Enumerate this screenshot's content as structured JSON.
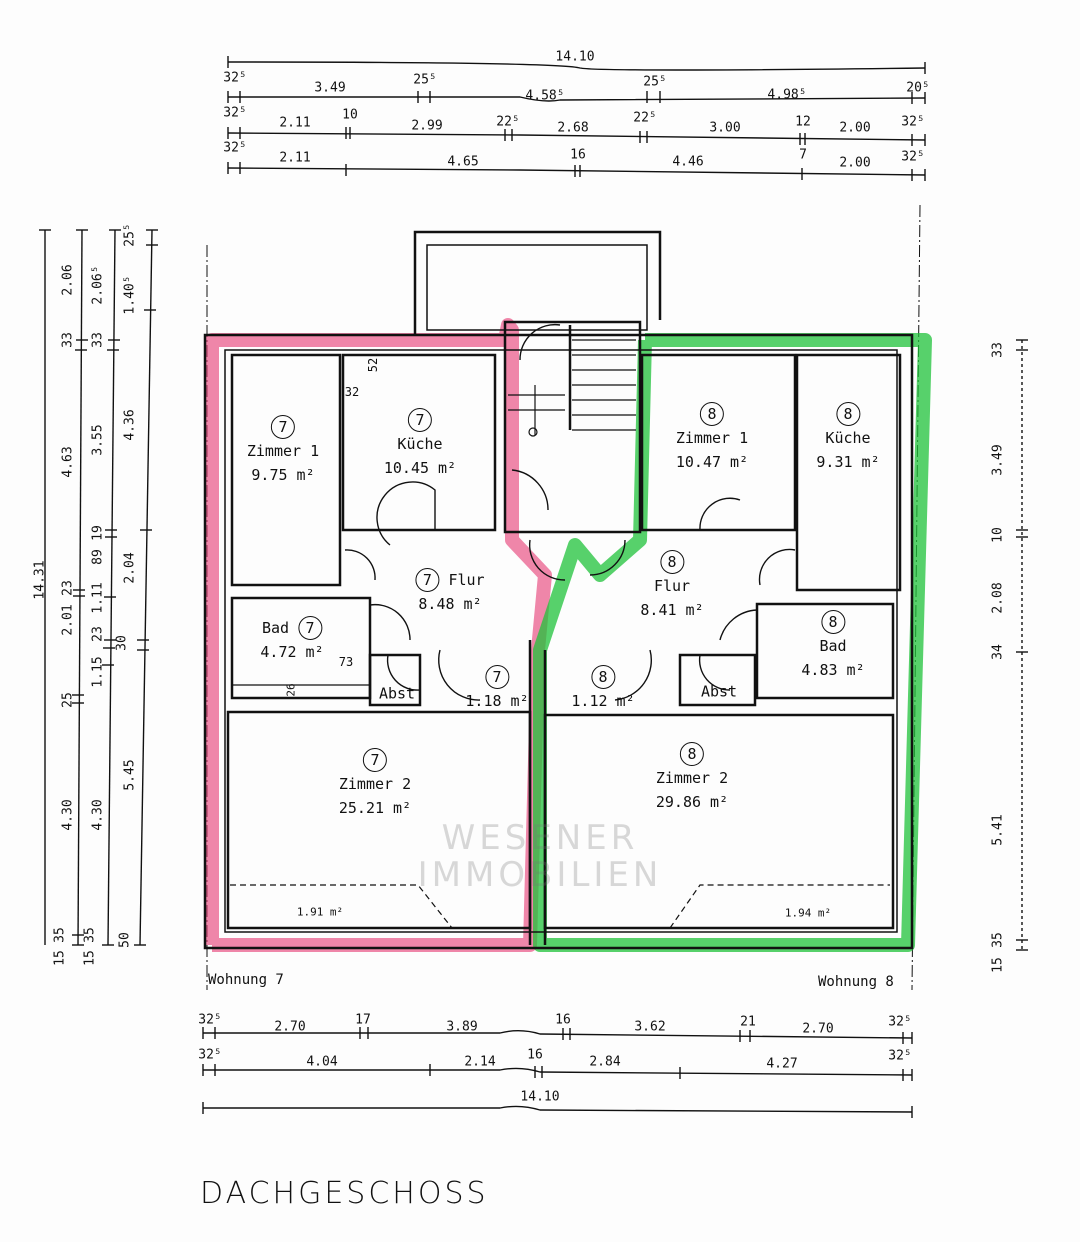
{
  "title": "DACHGESCHOSS",
  "watermark": {
    "line1": "WESENER",
    "line2": "IMMOBILIEN"
  },
  "units": [
    {
      "name": "Wohnung 7",
      "highlight_color": "#e8467c"
    },
    {
      "name": "Wohnung 8",
      "highlight_color": "#1fc23a"
    }
  ],
  "rooms": [
    {
      "unit": "7",
      "name": "Zimmer 1",
      "area": "9.75 m²"
    },
    {
      "unit": "7",
      "name": "Küche",
      "area": "10.45 m²"
    },
    {
      "unit": "7",
      "name": "Flur",
      "area": "8.48 m²"
    },
    {
      "unit": "7",
      "name": "Bad",
      "area": "4.72 m²"
    },
    {
      "unit": "7",
      "name": "",
      "area": "1.18 m²"
    },
    {
      "unit": "7",
      "name": "Zimmer 2",
      "area": "25.21 m²"
    },
    {
      "unit": "8",
      "name": "Zimmer 1",
      "area": "10.47 m²"
    },
    {
      "unit": "8",
      "name": "Küche",
      "area": "9.31 m²"
    },
    {
      "unit": "8",
      "name": "Flur",
      "area": "8.41 m²"
    },
    {
      "unit": "8",
      "name": "Bad",
      "area": "4.83 m²"
    },
    {
      "unit": "8",
      "name": "",
      "area": "1.12 m²"
    },
    {
      "unit": "8",
      "name": "Zimmer 2",
      "area": "29.86 m²"
    }
  ],
  "storage_labels": [
    "Abst",
    "Abst"
  ],
  "sloped_areas": [
    "1.91 m²",
    "1.94 m²"
  ],
  "plan_dims": [
    "52",
    "32",
    "73",
    "26"
  ],
  "dims_top": [
    "14.10",
    "32⁵",
    "3.49",
    "25⁵",
    "4.58⁵",
    "25⁵",
    "4.98⁵",
    "20⁵",
    "32⁵",
    "2.11",
    "10",
    "2.99",
    "22⁵",
    "2.68",
    "22⁵",
    "3.00",
    "12",
    "2.00",
    "32⁵",
    "32⁵",
    "2.11",
    "4.65",
    "16",
    "4.46",
    "7",
    "2.00",
    "32⁵"
  ],
  "dims_left": [
    "14.31",
    "2.06",
    "33",
    "4.63",
    "23",
    "2.01",
    "25",
    "4.30",
    "35",
    "15",
    "2.06⁵",
    "33",
    "3.55",
    "19",
    "89",
    "1.11",
    "23",
    "1.15",
    "4.30",
    "35",
    "15",
    "25⁵",
    "1.40⁵",
    "4.36",
    "2.04",
    "30",
    "5.45",
    "50"
  ],
  "dims_right": [
    "33",
    "3.49",
    "10",
    "2.08",
    "34",
    "5.41",
    "35",
    "15"
  ],
  "dims_bottom": [
    "32⁵",
    "2.70",
    "17",
    "3.89",
    "16",
    "3.62",
    "21",
    "2.70",
    "32⁵",
    "32⁵",
    "4.04",
    "2.14",
    "16",
    "2.84",
    "4.27",
    "32⁵",
    "14.10"
  ]
}
